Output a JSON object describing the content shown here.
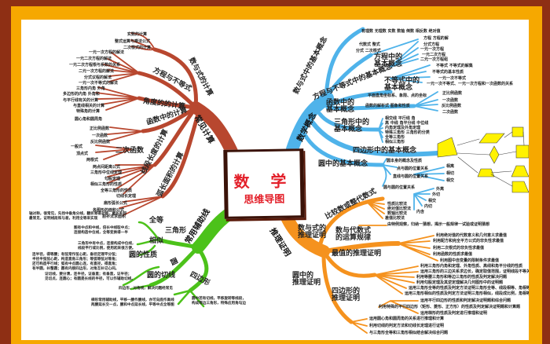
{
  "title": {
    "main": "数 学",
    "sub": "思维导图"
  },
  "colors": {
    "frame_outer": "#8e2f14",
    "frame_inner": "#f6a800",
    "computation": "#b8472f",
    "concepts": "#4fb3ea",
    "proof": "#f5921e",
    "auxiliary": "#4cc21a",
    "title_red": "#e3202a",
    "shape_yellow": "#fff200"
  },
  "branches": {
    "computation": {
      "label": "常见计算",
      "subs": [
        "数与式的计算",
        "方程与不等式",
        "角度的的计算",
        "函数中的计算",
        "线段长度的计算",
        "弧长面积的计算",
        "二次函数"
      ],
      "leaves": [
        "实数的计算",
        "整式运算与乘法公式",
        "二次根式的计算",
        "一元一次方程的解法",
        "一元二次方程的解法",
        "一元二次方程根与系数的关系",
        "二元一次方程的解法",
        "分式议程的解法",
        "一元一次不等式的解法",
        "三角形内角 外角",
        "多边形的内角 外角和",
        "与平行线有关的计算",
        "与直线相关的计算",
        "特殊角的计算",
        "圆心角和圆周角",
        "正比例函数",
        "一次函数",
        "反比例函数",
        "一般式",
        "顶点式",
        "两根式",
        "两点间距离公式",
        "三角形中位线定理",
        "勾股定理",
        "相似三角形的性质",
        "全等三角形的性质",
        "切线长定理",
        "扇形弧长公式",
        "各图形的面积公式",
        "割补法求面积"
      ]
    },
    "concepts": {
      "label": "数学概念",
      "subs": [
        "数与式中的基本概念",
        "方程与不等式中的基本概念",
        "方程中的\n基本概念",
        "不等式中的\n基本概念",
        "函数中的\n基本概念",
        "三角形中的\n基本概念",
        "四边形中的基本概念",
        "圆中的基本概念",
        "平面直角坐标系、象限、点的坐标",
        "函数的解析式  图象和性质",
        "圆本身的概念及性质",
        "点与圆的位置关系",
        "直线与圆的位置关系",
        "圆与圆的位置关系",
        "代数式  整式",
        "分式  二次根式"
      ],
      "leaves": [
        "有理数 无理数 实数 数轴 倒数 相反数 绝对值",
        "方程  方程的解",
        "分式方程",
        "一元一次方程",
        "一元二次方程",
        "二元一次方程组",
        "不等式 不等式的解集",
        "不等式的基本性质",
        "一元一次不等式",
        "一元一次不等式、一元一次方程和一次函数的关系",
        "正比例函数",
        "一次函数",
        "反比例函数",
        "二次函数",
        "相交线  平行线  角",
        "高  中线  角平分线  中位线",
        "内角定理及外角定理",
        "特殊三角形  三角形的分类",
        "全等三角形",
        "相似三角形",
        "相离",
        "相切",
        "相交",
        "外离",
        "外切",
        "相交",
        "内切",
        "内含"
      ]
    },
    "auxiliary": {
      "label": "常用辅助线",
      "subs": [
        "三角形",
        "全等",
        "相似",
        "圆",
        "四边形",
        "圆的性质",
        "圆的切线"
      ],
      "leaves": [
        "轴对称，很常见，先找中垂角分线，翻折易得对称，截长补短\n最常见，证明线段和与差，利用全等来实现",
        "图有中点和中线，倍长中线取中点；\n连接构造中位线，全等变换得一半",
        "三角形中有中点，连接构成中位线，\n线段平行或比例，使用起来很方便。",
        "连半径，得等腰；有弦常作弦心距，垂径定理平分弦；\n半径半弦弦心距，构造直角三角形；等弧等弦对等角；\n还可构造平行线；弧有中点圆心连，有直径，得直角；\n有半圆，补整圆；圆有内接四边形，对角互补记心间。",
        "证切线，要分清，连半径，证垂直；有垂直，证半径；\n见切点，连圆心；有圆是长线的半径，可以作辅助切线。",
        "四边形，对角线，解决问题经常见",
        "梯形常用辅助线，平移一腰作腰线，亦可向底作高线\n两腰延长交一点，腰和中点延长线，平等中点全等图",
        "圆中若有切线，平移旋转等线段，\n构成等边三角形，特殊应用角勾边"
      ]
    },
    "proof": {
      "label": "推理证明",
      "subs": [
        "比较数或整代数式",
        "数与式的\n推理证明",
        "数与代数式\n的运算规律",
        "最值的推理证明",
        "圆中的\n推理证明",
        "四边形的\n推理证明"
      ],
      "leaves": [
        "性质比较法",
        "绝对值比较法",
        "数轴比较法",
        "差值比较法",
        "由特例观察，归纳一猜想，揭示一般规律一试验或证明猜想",
        "利用绝对值的代数意义和几何意义求最值",
        "利用配方和完全平方公式的非负性求最值",
        "利用二次根式的非负性求最值",
        "利用函数的性质求最值",
        "利用图中自变量的限制条件求最值",
        "利用三角形内角和定理、外角性质、高线和角平分线的性质",
        "运用三角形的三边关系求边长，确定取值范围，证明线段不等关系",
        "利用等腰三角形和等边三角形的性质及判定解决问题",
        "利用勾股定理及其逆定理解决几何图形中的证明题",
        "运用三角形全等的性质及判定方法证明三角形全等、线段相等、角相等",
        "运用三角形相似的性质及判定方法证明三角形相似，线段成比例，角相等",
        "运用平行四边形的性质和判定解决证明题和综合问题",
        "利用特殊的平行四边形（矩形、菱形、正方形）的性质及判定解决证明题和计算题",
        "运用梯形的性质及判定进行推理和证明",
        "运用圆心角和圆周角的关系进行推理和计算",
        "利用切线的判定方法和切线长定理进行证明",
        "与三角形全等和三角形相似结合解决综合问题"
      ]
    }
  }
}
